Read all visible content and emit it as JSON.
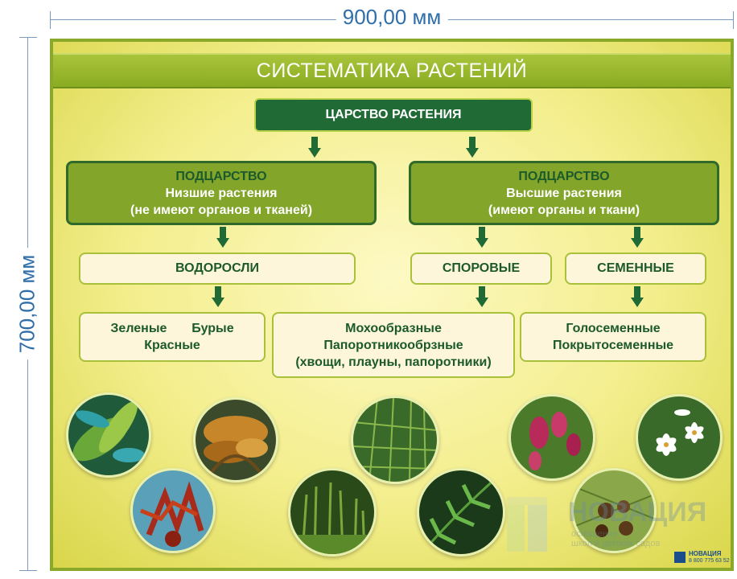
{
  "dimensions": {
    "width_label": "900,00 мм",
    "height_label": "700,00 мм"
  },
  "title": "СИСТЕМАТИКА РАСТЕНИЙ",
  "kingdom": "ЦАРСТВО РАСТЕНИЯ",
  "subkingdoms": [
    {
      "heading": "ПОДЦАРСТВО",
      "name": "Низшие растения",
      "note": "(не имеют органов и тканей)"
    },
    {
      "heading": "ПОДЦАРСТВО",
      "name": "Высшие растения",
      "note": "(имеют органы и ткани)"
    }
  ],
  "categories": [
    "ВОДОРОСЛИ",
    "СПОРОВЫЕ",
    "СЕМЕННЫЕ"
  ],
  "groups": {
    "algae": {
      "line1a": "Зеленые",
      "line1b": "Бурые",
      "line2": "Красные"
    },
    "spore": {
      "line1": "Мохообразные",
      "line2": "Папоротникообрзные",
      "line3": "(хвощи, плауны, папоротники)"
    },
    "seed": {
      "line1": "Голосеменные",
      "line2": "Покрытосеменные"
    }
  },
  "watermark": {
    "name": "НОВАЦИЯ",
    "tagline1": "оснащение",
    "tagline2": "школ и детских садов"
  },
  "brand": {
    "name": "НОВАЦИЯ",
    "phone": "8 800 775 63 52"
  },
  "colors": {
    "dark_green": "#1f6a35",
    "mid_green": "#82a52a",
    "frame": "#8aa82a",
    "title_text": "#ffffff",
    "dim_text": "#2f6ea8"
  }
}
